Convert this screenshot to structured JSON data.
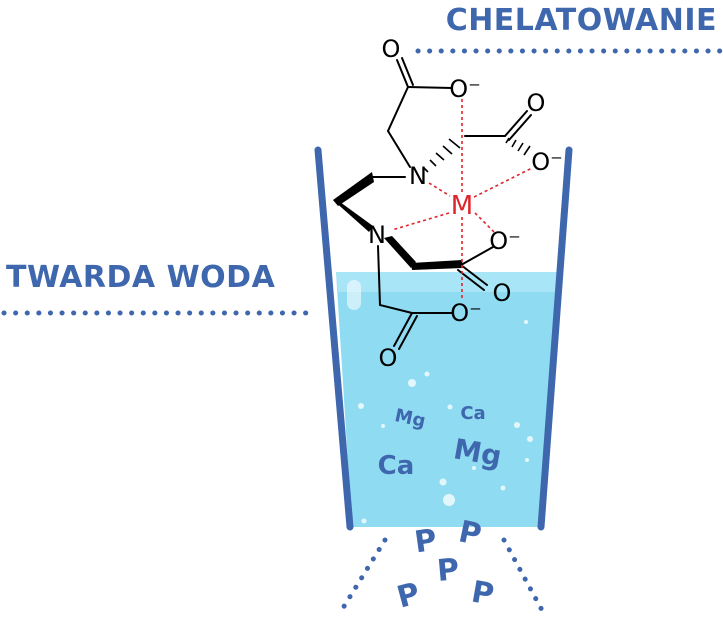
{
  "labels": {
    "chelation": "CHELATOWANIE",
    "hard_water": "TWARDA WODA"
  },
  "molecule": {
    "oxygen": "O",
    "oxide": "O⁻",
    "nitrogen": "N",
    "metal": "M"
  },
  "ions": {
    "magnesium": "Mg",
    "calcium": "Ca",
    "phosphorus": "P"
  },
  "colors": {
    "accent": "#3f67ad",
    "water": "#8fdcf2",
    "water_light": "#b9ebf8",
    "bond": "#000000",
    "coordination": "#e0242b"
  }
}
